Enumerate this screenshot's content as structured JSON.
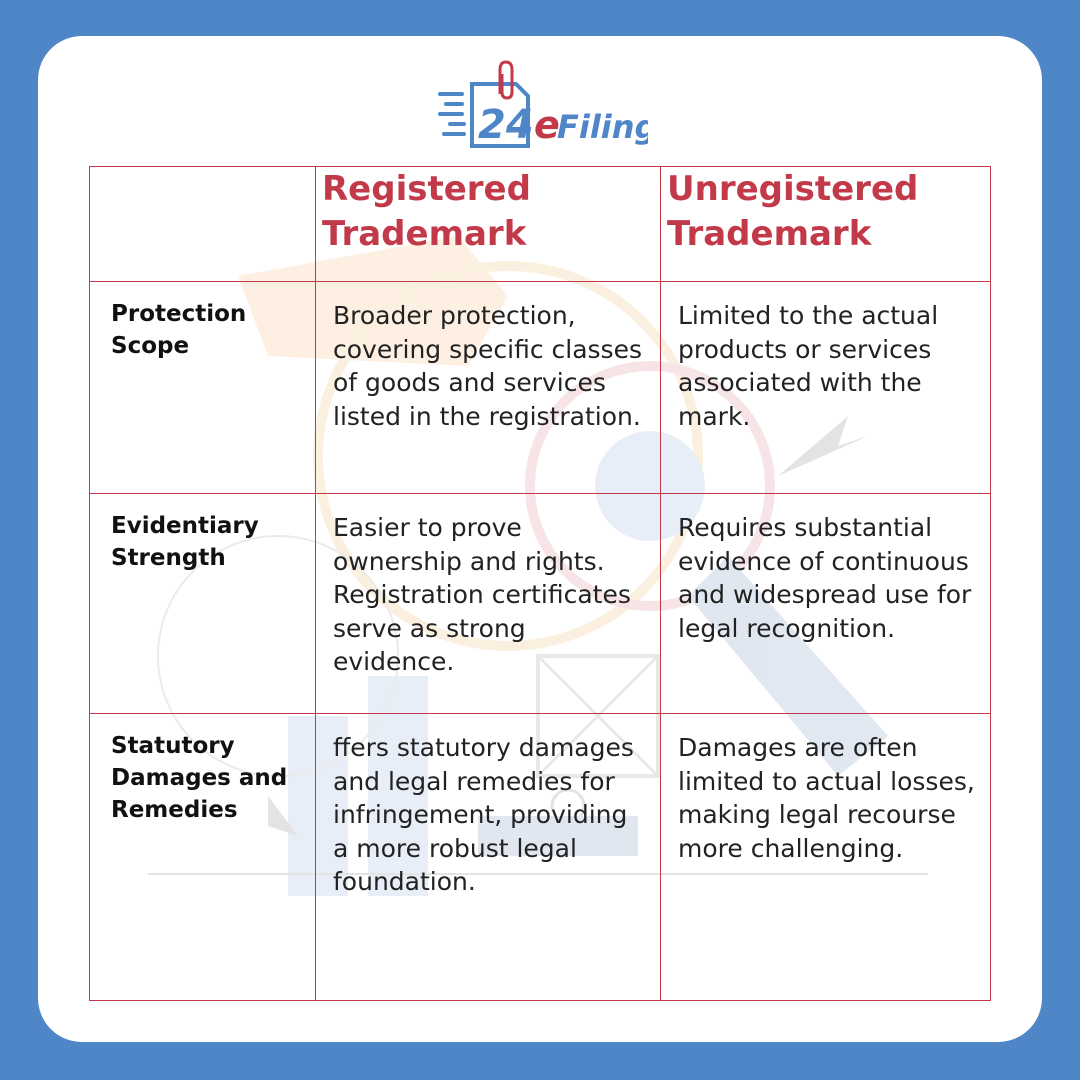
{
  "brand": {
    "logo_number": "24",
    "logo_letter": "e",
    "logo_word": "Filing",
    "colors": {
      "blue": "#4f86c8",
      "red": "#c23a4a",
      "white": "#ffffff"
    }
  },
  "table": {
    "corner": "",
    "headers": [
      "Registered Trademark",
      "Unregistered Trademark"
    ],
    "rows": [
      {
        "label": "Protection Scope",
        "registered": "Broader protection, covering specific classes of goods and services listed in the registration.",
        "unregistered": "Limited to the actual products or services associated with the mark."
      },
      {
        "label": "Evidentiary Strength",
        "registered": "Easier to prove ownership and rights. Registration certificates serve as strong evidence.",
        "unregistered": "Requires substantial evidence of continuous and widespread use for legal recognition."
      },
      {
        "label": "Statutory Damages and Remedies",
        "registered": "ffers statutory damages and legal remedies for infringement, providing a more robust legal foundation.",
        "unregistered": "Damages are often limited to actual losses, making legal recourse more challenging."
      }
    ]
  }
}
